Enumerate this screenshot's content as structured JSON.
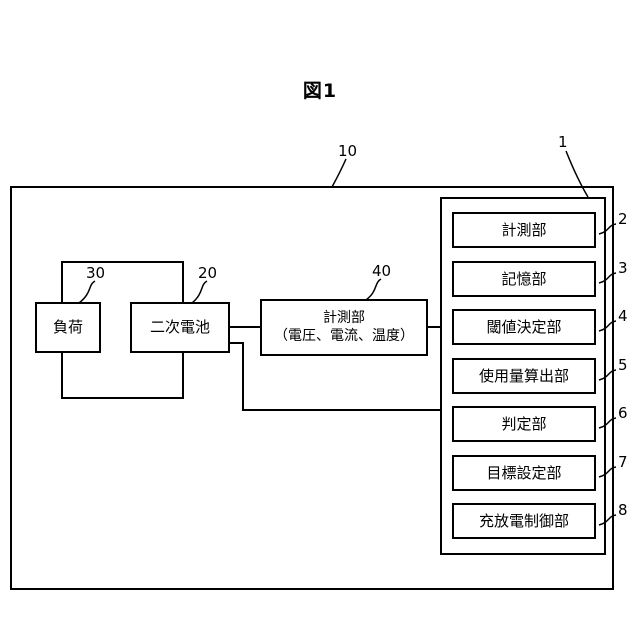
{
  "figure": {
    "title": "図1",
    "system_ref": "10",
    "unit_ref": "1"
  },
  "left_blocks": {
    "load": {
      "label": "負荷",
      "ref": "30"
    },
    "battery": {
      "label": "二次電池",
      "ref": "20"
    },
    "sensor": {
      "label_line1": "計測部",
      "label_line2": "（電圧、電流、温度）",
      "ref": "40"
    }
  },
  "modules": [
    {
      "label": "計測部",
      "ref": "2"
    },
    {
      "label": "記憶部",
      "ref": "3"
    },
    {
      "label": "閾値決定部",
      "ref": "4"
    },
    {
      "label": "使用量算出部",
      "ref": "5"
    },
    {
      "label": "判定部",
      "ref": "6"
    },
    {
      "label": "目標設定部",
      "ref": "7"
    },
    {
      "label": "充放電制御部",
      "ref": "8"
    }
  ]
}
